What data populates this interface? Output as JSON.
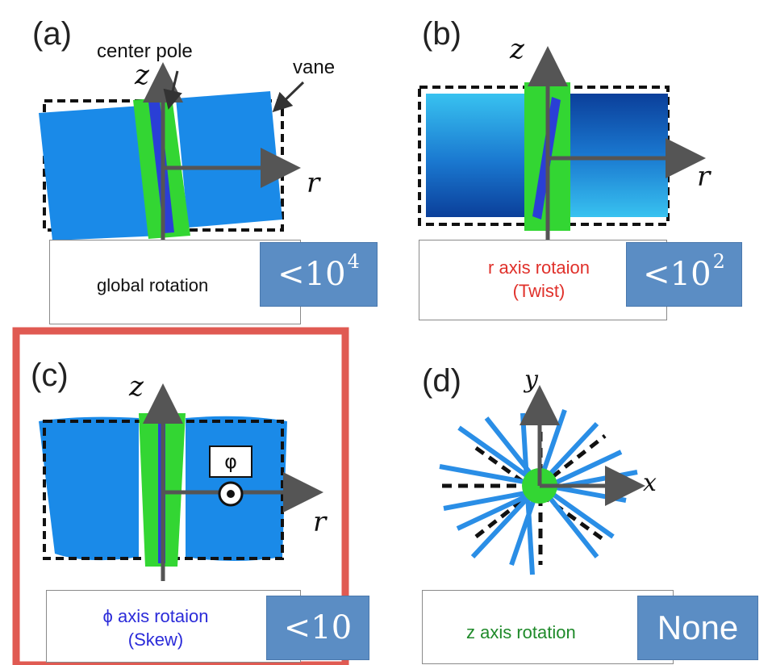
{
  "panels": {
    "a": {
      "tag": "(a)",
      "callouts": {
        "center_pole": "center pole",
        "vane": "vane"
      },
      "axes": {
        "vertical": "z",
        "horizontal": "r"
      },
      "caption": "global rotation",
      "badge_base": "<10",
      "badge_exp": "4"
    },
    "b": {
      "tag": "(b)",
      "axes": {
        "vertical": "z",
        "horizontal": "r"
      },
      "caption_line1": "r axis rotaion",
      "caption_line2": "(Twist)",
      "caption_color": "#e0302a",
      "badge_base": "<10",
      "badge_exp": "2"
    },
    "c": {
      "tag": "(c)",
      "axes": {
        "vertical": "z",
        "horizontal": "r"
      },
      "phi_label": "φ",
      "caption_line1": "ϕ axis rotaion",
      "caption_line2": "(Skew)",
      "caption_color": "#2b2bd9",
      "badge": "<10",
      "highlight_color": "#e05a52"
    },
    "d": {
      "tag": "(d)",
      "axes": {
        "vertical": "y",
        "horizontal": "x"
      },
      "caption": "z axis rotation",
      "caption_color": "#1f8a2a",
      "badge": "None"
    }
  },
  "colors": {
    "vane_blue": "#1a8ae8",
    "pole_green": "#33d633",
    "pole_blue": "#2a3fd6",
    "axis_gray": "#555555",
    "badge_blue": "#5b8dc4"
  }
}
